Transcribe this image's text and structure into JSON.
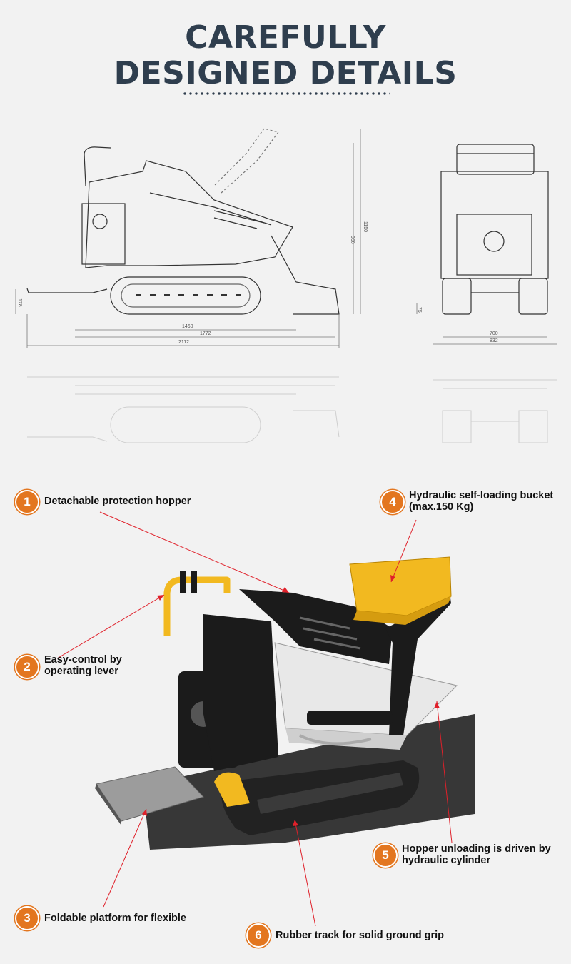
{
  "header": {
    "title_line1": "CAREFULLY",
    "title_line2": "DESIGNED DETAILS"
  },
  "drawing": {
    "side_dims": [
      "1460",
      "1772",
      "2112",
      "950",
      "1150",
      "178"
    ],
    "front_dims": [
      "700",
      "832",
      "75"
    ]
  },
  "callouts": [
    {
      "number": "1",
      "text": "Detachable protection hopper"
    },
    {
      "number": "2",
      "line1": "Easy-control by",
      "line2": "operating lever"
    },
    {
      "number": "3",
      "text": "Foldable platform for flexible"
    },
    {
      "number": "4",
      "line1": "Hydraulic self-loading bucket",
      "line2": "(max.150 Kg)"
    },
    {
      "number": "5",
      "line1": "Hopper unloading is driven by",
      "line2": "hydraulic cylinder"
    },
    {
      "number": "6",
      "text": "Rubber track for solid ground grip"
    }
  ],
  "colors": {
    "title": "#2f3e4e",
    "badge": "#e3761f",
    "pointer": "#e0202a",
    "machine_yellow": "#f2b920",
    "machine_black": "#1b1b1b"
  }
}
